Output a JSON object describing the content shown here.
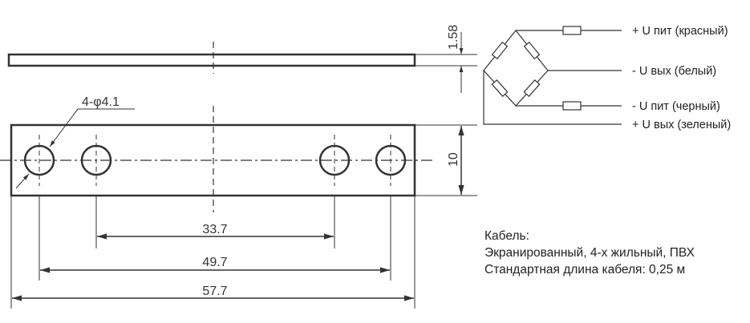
{
  "drawing": {
    "thickness": "1.58",
    "width": "10",
    "holes_callout": "4-φ4.1",
    "dim_inner": "33.7",
    "dim_middle": "49.7",
    "dim_total": "57.7"
  },
  "wiring": {
    "labels": [
      "+ U пит (красный)",
      "- U вых (белый)",
      "- U пит (черный)",
      "+ U вых (зеленый)"
    ]
  },
  "cable": {
    "title": "Кабель:",
    "line1": "Экранированный, 4-х жильный, ПВХ",
    "line2": "Стандартная длина кабеля: 0,25 м"
  }
}
